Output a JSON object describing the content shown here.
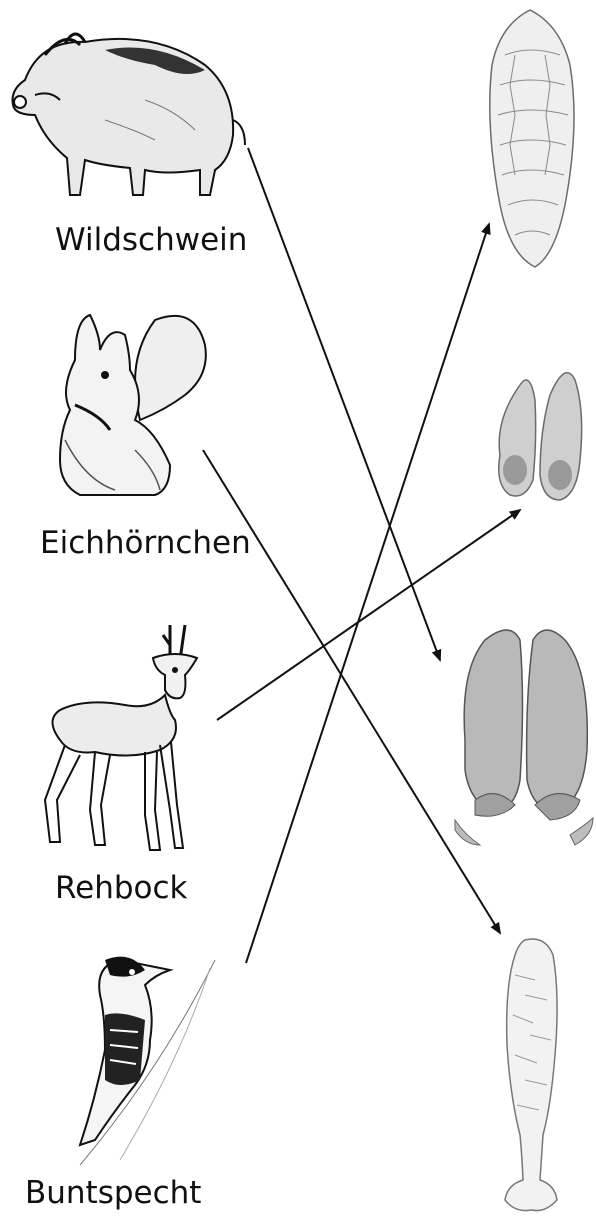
{
  "animals": [
    {
      "id": "wildschwein",
      "label": "Wildschwein",
      "icon": "wild-boar-drawing"
    },
    {
      "id": "eichhoernchen",
      "label": "Eichhörnchen",
      "icon": "squirrel-drawing"
    },
    {
      "id": "rehbock",
      "label": "Rehbock",
      "icon": "roe-deer-drawing"
    },
    {
      "id": "buntspecht",
      "label": "Buntspecht",
      "icon": "woodpecker-drawing"
    }
  ],
  "traces": [
    {
      "id": "spruce-cone",
      "icon": "spruce-cone-drawing"
    },
    {
      "id": "deer-hoofprint",
      "icon": "small-hoofprint-drawing"
    },
    {
      "id": "boar-hoofprint",
      "icon": "large-hoofprint-drawing"
    },
    {
      "id": "gnawed-cone",
      "icon": "gnawed-cone-drawing"
    }
  ],
  "matches": [
    {
      "from": "Wildschwein",
      "to": "boar-hoofprint"
    },
    {
      "from": "Eichhörnchen",
      "to": "gnawed-cone"
    },
    {
      "from": "Rehbock",
      "to": "deer-hoofprint"
    },
    {
      "from": "Buntspecht",
      "to": "spruce-cone"
    }
  ],
  "colors": {
    "ink": "#111111",
    "pencil": "#6b6b6b",
    "shade": "#9a9a9a"
  }
}
